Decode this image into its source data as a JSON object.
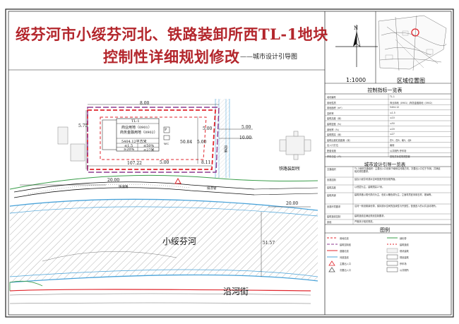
{
  "title": {
    "line1": "绥芬河市小绥芬河北、铁路装卸所西TL-1地块",
    "line2": "控制性详细规划修改",
    "subtitle": "——城市设计引导图"
  },
  "scale": "1:1000",
  "location_map": {
    "title": "区域位置图",
    "north": "N"
  },
  "indicators": {
    "title": "控制指标一览表",
    "rows": [
      {
        "k": "地块编号",
        "v": "TL-1"
      },
      {
        "k": "用地性质",
        "v": "商业用地（0901）/商务金融用地（0902）"
      },
      {
        "k": "用地面积（m²）",
        "v": "5404.12"
      },
      {
        "k": "容积率",
        "v": "≤1.5"
      },
      {
        "k": "建筑高度（米）",
        "v": "≤10"
      },
      {
        "k": "建筑密度（%）",
        "v": "≤50"
      },
      {
        "k": "绿地率（%）",
        "v": "≥20"
      },
      {
        "k": "建筑限高（米）",
        "v": "≤27"
      },
      {
        "k": "建筑后退红线距离（米）",
        "v": "东5，西5，南5，北8"
      },
      {
        "k": "出入口方位",
        "v": "南侧"
      },
      {
        "k": "配套设施",
        "v": "公共厕所 停车场"
      },
      {
        "k": "停车泊位（个）",
        "v": "按相关标准规范配置"
      }
    ]
  },
  "guide": {
    "title": "城市设计引导一览表",
    "rows": [
      {
        "k": "交通组织",
        "v": "TL-1地块交通组织：主要出入口设置于南侧沿河路方向，次要出入口位于东侧，并满足相关规范要求。"
      },
      {
        "k": "景观控制",
        "v": "结合小绥芬河滨水空间营造开放景观界面。"
      },
      {
        "k": "建筑高度",
        "v": "以低层为主，建筑限高27米。"
      },
      {
        "k": "建筑风貌",
        "v": "建筑风格以现代简约为主，色彩以暖色调为主，立面材质宜采用石材、玻璃等。"
      },
      {
        "k": "景观环境要求",
        "v": "沿河一侧设置绿化带，保持滨水空间的连续性与开放性，营造宜人的公共活动场所。"
      },
      {
        "k": "建筑退线控制",
        "v": "建筑退线应满足规划控制要求。"
      },
      {
        "k": "其他",
        "v": "严格执行相关规范。"
      }
    ]
  },
  "legend": {
    "title": "图例",
    "items": [
      "用地红线",
      "建筑控制线",
      "道路红线",
      "河道蓝线",
      "主要出入口",
      "次要出入口",
      "绿化带",
      "建筑退线",
      "现状建筑",
      "规划建筑",
      "停车场",
      "公共厕所"
    ]
  },
  "plan": {
    "river_name": "小绥芬河",
    "street_name": "沿河街",
    "railway_label": "铁路装卸所",
    "river_side_label": "河道",
    "plot": {
      "code": "TL-1",
      "use1": "商业用地（0901）",
      "use2": "商务金融用地（0902）",
      "area": "5404.12平方米",
      "far": "≤1.5",
      "density": "≤50%",
      "green": "≥20%",
      "height": "≤27米",
      "wc": "WC",
      "parking": "P"
    },
    "dims": {
      "top": "8.00",
      "left": "5.75",
      "inner": "50.84",
      "bottom": "107.22",
      "right_a": "5.00",
      "right_b": "5.00",
      "right_c": "10.00",
      "right_d": "5.00",
      "bottom_b": "5.00",
      "east": "8.11",
      "road_w": "20.00",
      "road_w2": "20.00",
      "river_w": "51.57"
    },
    "road_labels": [
      "快速路",
      "排涝管"
    ]
  },
  "colors": {
    "red_line": "#e0262d",
    "purple_line": "#8e3a8f",
    "title": "#b3262c",
    "river_blue": "#4aa3d9",
    "green": "#3a9d4a"
  }
}
